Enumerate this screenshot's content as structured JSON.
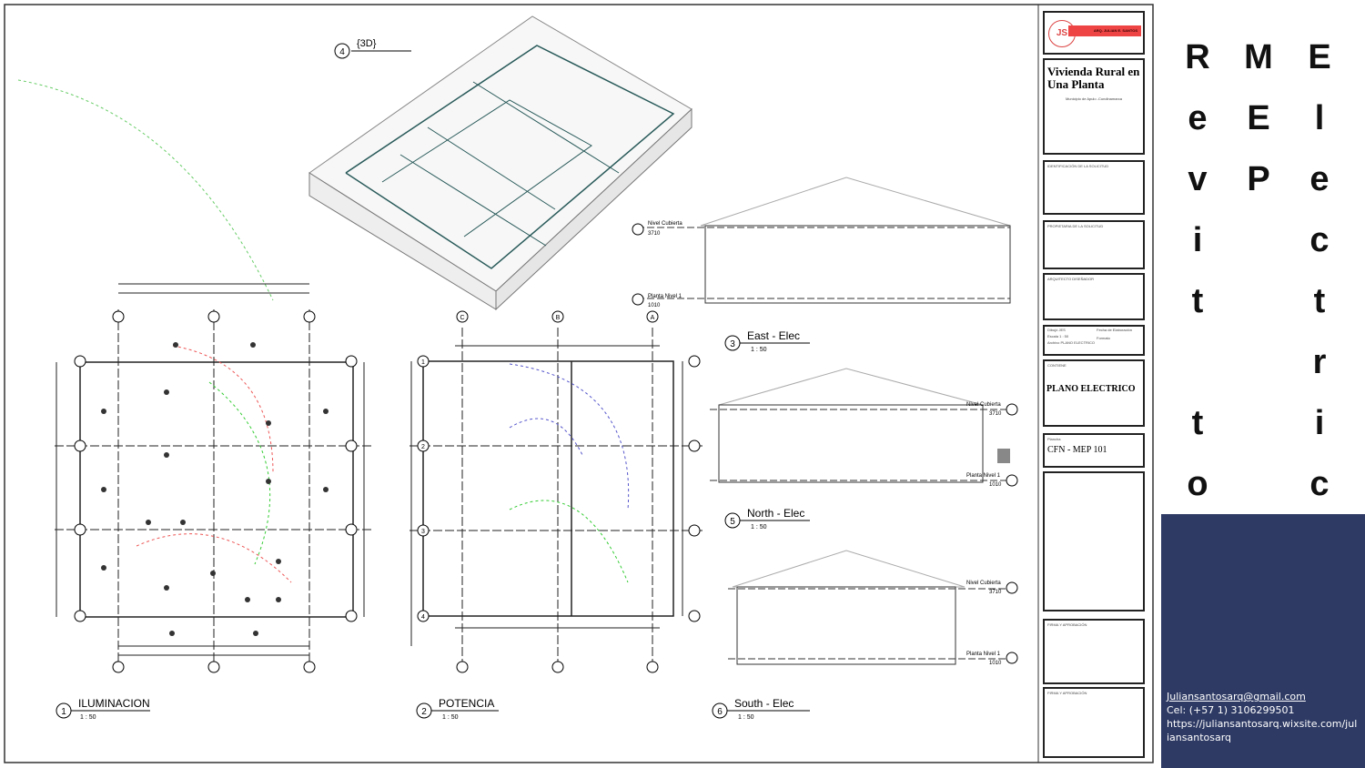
{
  "views": {
    "v3d": {
      "num": "4",
      "title": "{3D}"
    },
    "v1": {
      "num": "1",
      "title": "ILUMINACION",
      "scale": "1 : 50"
    },
    "v2": {
      "num": "2",
      "title": "POTENCIA",
      "scale": "1 : 50"
    },
    "v3": {
      "num": "3",
      "title": "East - Elec",
      "scale": "1 : 50"
    },
    "v5": {
      "num": "5",
      "title": "North - Elec",
      "scale": "1 : 50"
    },
    "v6": {
      "num": "6",
      "title": "South - Elec",
      "scale": "1 : 50"
    }
  },
  "levels": {
    "roof": "Nivel Cubierta",
    "roof_val": "3710",
    "floor": "Planta Nivel 1",
    "floor_val": "1010"
  },
  "grid": {
    "letters": [
      "C",
      "B",
      "A"
    ],
    "numbers": [
      "1",
      "2",
      "3",
      "4"
    ]
  },
  "titleblock": {
    "logo": "JS",
    "firm": "ARQ. JULIAN E. SANTOS",
    "project": "Vivienda Rural en Una Planta",
    "location": "Municipio de Apulo -Cundinamarca",
    "section_id": "IDENTIFICACIÓN DE LA SOLICITUD",
    "section_owner": "PROPIETARIA DE LA SOLICITUD",
    "section_arch": "ARQUITECTO DISEÑADOR",
    "drawn": "Dibujó  JES",
    "date": "Fecha de Elaboración",
    "scale": "Escala  1 : 50",
    "format": "Formato",
    "file": "Archivo  PLANO ELECTRICO",
    "content_label": "CONTIENE",
    "content": "PLANO ELECTRICO",
    "sheet_label": "Plancha",
    "sheet": "CFN - MEP 101",
    "sign1": "FIRMA Y APROBACIÓN",
    "sign2": "FIRMA Y APROBACIÓN"
  },
  "side": {
    "col1": [
      "R",
      "e",
      "v",
      "i",
      "t",
      "",
      "t",
      "o"
    ],
    "col2": [
      "M",
      "E",
      "P"
    ],
    "col3": [
      "E",
      "l",
      "e",
      "c",
      "t",
      "r",
      "i",
      "c"
    ]
  },
  "contact": {
    "email": "Juliansantosarq@gmail.com",
    "phone": "Cel: (+57 1) 3106299501",
    "url": "https://juliansantosarq.wixsite.com/juliansantosarq"
  }
}
